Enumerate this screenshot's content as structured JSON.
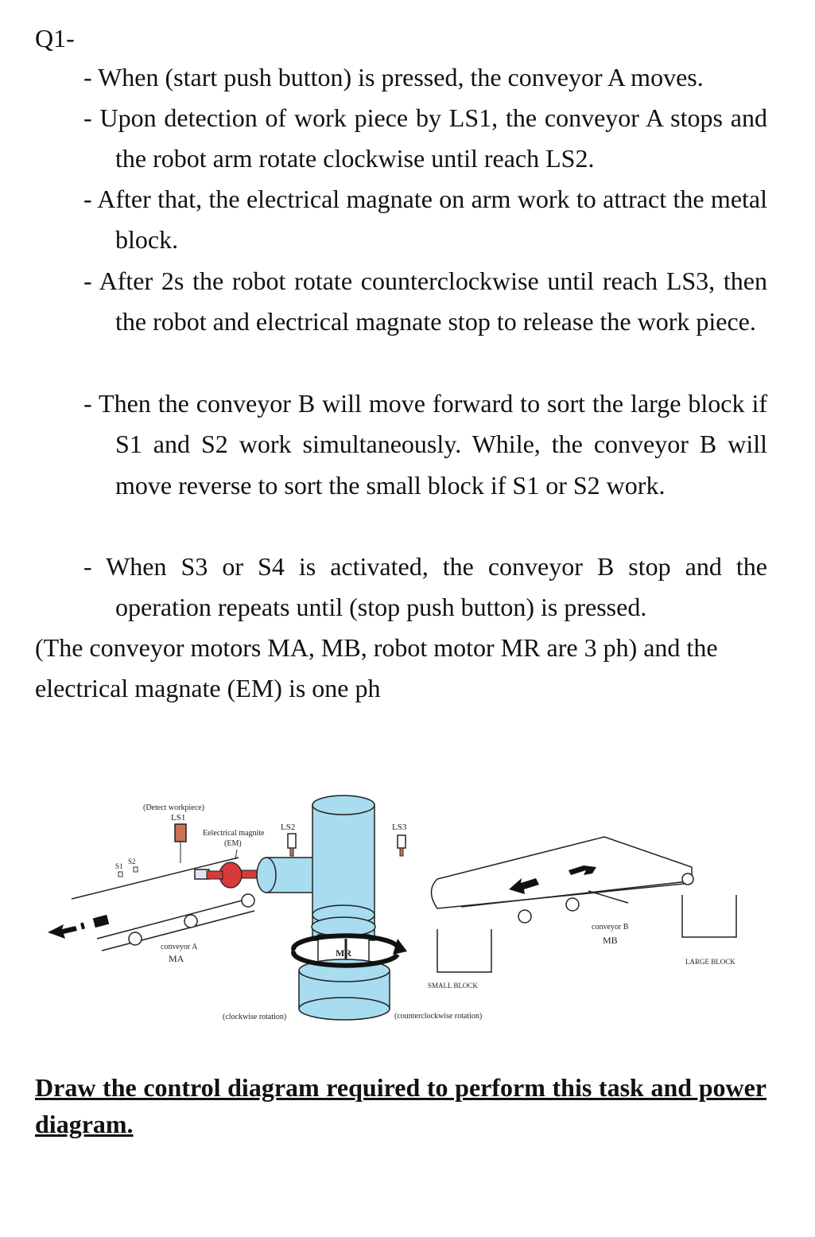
{
  "question": {
    "number": "Q1-",
    "bullets": [
      "- When (start push button) is pressed, the conveyor A moves.",
      "- Upon detection of work piece by LS1, the conveyor A stops and the robot arm rotate clockwise until reach LS2.",
      "- After that, the electrical magnate on arm work to attract the metal block.",
      "- After 2s the robot rotate counterclockwise until reach LS3, then the robot and electrical magnate stop to release the work piece.",
      "- Then the conveyor B will move forward to sort the large block if S1 and S2 work simultaneously. While, the conveyor B will move reverse to sort the small block if S1 or S2 work.",
      "- When S3 or S4 is activated, the conveyor B stop and the operation repeats until (stop push button) is pressed."
    ],
    "note": "(The conveyor motors MA, MB, robot motor MR are 3 ph) and the electrical magnate (EM) is one ph"
  },
  "diagram": {
    "detect_label": "(Detect workpiece)",
    "ls1": "LS1",
    "ls2": "LS2",
    "ls3": "LS3",
    "s1": "S1",
    "s2": "S2",
    "magnet_label": "Eelectrical magnite",
    "em_label": "(EM)",
    "conveyor_a": "conveyor A",
    "ma": "MA",
    "mr": "MR",
    "clockwise": "(clockwise rotation)",
    "counterclockwise": "(counterclockwise rotation)",
    "small_block": "SMALL BLOCK",
    "conveyor_b": "conveyor B",
    "mb": "MB",
    "large_block": "LARGE BLOCK"
  },
  "task": "Draw the control diagram required to perform this task and power diagram.",
  "colors": {
    "robot_body": "#a8dcef",
    "limit_switch": "#c9725a",
    "magnet": "#d63a3a"
  }
}
